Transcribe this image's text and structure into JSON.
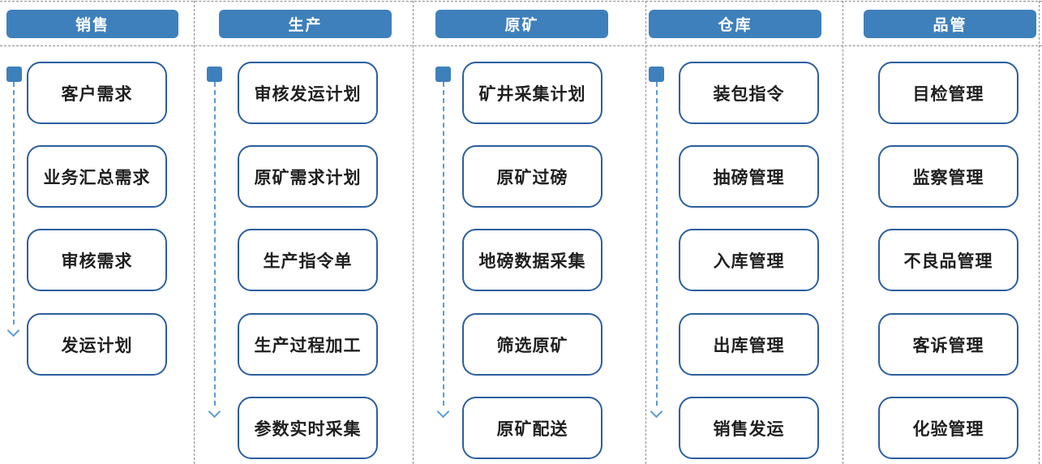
{
  "diagram": {
    "title_hint": "process-swimlane-diagram",
    "lanes": [
      {
        "title": "销售",
        "has_flow_arrow": true,
        "items": [
          "客户需求",
          "业务汇总需求",
          "审核需求",
          "发运计划"
        ]
      },
      {
        "title": "生产",
        "has_flow_arrow": true,
        "items": [
          "审核发运计划",
          "原矿需求计划",
          "生产指令单",
          "生产过程加工",
          "参数实时采集"
        ]
      },
      {
        "title": "原矿",
        "has_flow_arrow": true,
        "items": [
          "矿井采集计划",
          "原矿过磅",
          "地磅数据采集",
          "筛选原矿",
          "原矿配送"
        ]
      },
      {
        "title": "仓库",
        "has_flow_arrow": true,
        "items": [
          "装包指令",
          "抽磅管理",
          "入库管理",
          "出库管理",
          "销售发运"
        ]
      },
      {
        "title": "品管",
        "has_flow_arrow": false,
        "items": [
          "目检管理",
          "监察管理",
          "不良品管理",
          "客诉管理",
          "化验管理"
        ]
      }
    ],
    "colors": {
      "header_bg": "#3e80bc",
      "header_text": "#ffffff",
      "box_border": "#2c5f9e",
      "box_text": "#1f1f1f",
      "flow_arrow": "#5b9bd5",
      "divider": "#8c8c8c"
    }
  }
}
